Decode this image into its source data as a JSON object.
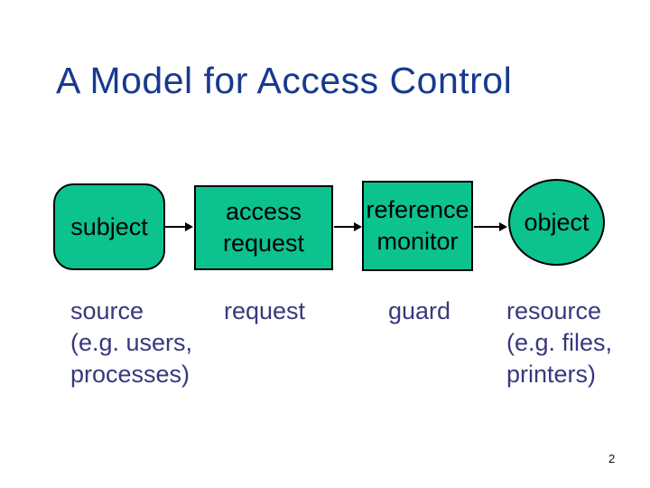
{
  "slide": {
    "title": "A Model for Access Control",
    "page_number": "2"
  },
  "colors": {
    "background": "#ffffff",
    "title": "#17398f",
    "node_fill": "#0cc28e",
    "node_border": "#000000",
    "node_text": "#000000",
    "caption_text": "#38387e",
    "arrow": "#000000"
  },
  "diagram": {
    "nodes": [
      {
        "id": "subject",
        "shape": "rounded-rectangle",
        "lines": [
          "subject"
        ]
      },
      {
        "id": "access-request",
        "shape": "rectangle",
        "lines": [
          "access",
          "request"
        ]
      },
      {
        "id": "reference-monitor",
        "shape": "rectangle",
        "lines": [
          "reference",
          "monitor"
        ]
      },
      {
        "id": "object",
        "shape": "circle",
        "lines": [
          "object"
        ]
      }
    ],
    "captions": [
      {
        "for": "subject",
        "lines": [
          "source",
          "(e.g. users,",
          "processes)"
        ]
      },
      {
        "for": "access-request",
        "lines": [
          "request"
        ]
      },
      {
        "for": "reference-monitor",
        "lines": [
          "guard"
        ]
      },
      {
        "for": "object",
        "lines": [
          "resource",
          "(e.g. files,",
          "printers)"
        ]
      }
    ]
  }
}
